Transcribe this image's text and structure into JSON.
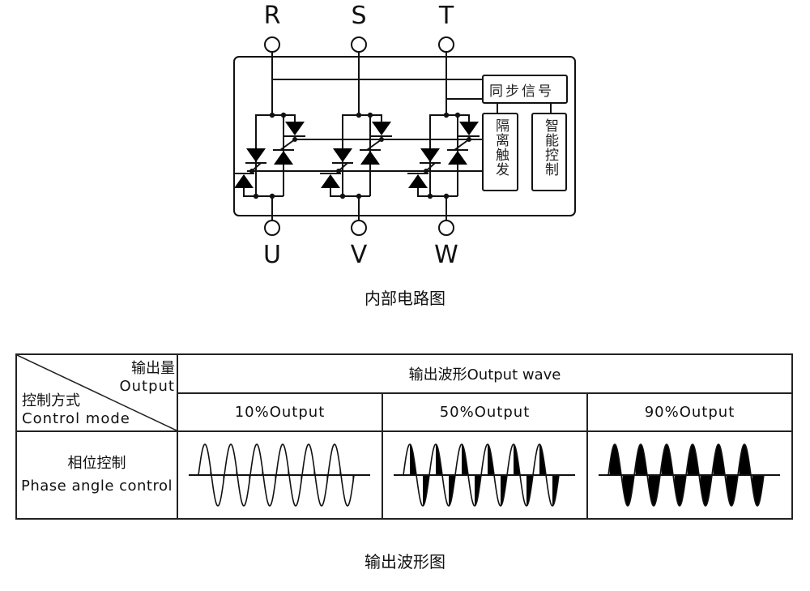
{
  "circuit": {
    "input_terminals": [
      "R",
      "S",
      "T"
    ],
    "output_terminals": [
      "U",
      "V",
      "W"
    ],
    "sync_block_label": "同步信号",
    "isolation_trigger_label": "隔离触发",
    "smart_control_label": "智能控制",
    "caption": "内部电路图"
  },
  "table": {
    "corner_top_cn": "输出量",
    "corner_top_en": "Output",
    "corner_bottom_cn": "控制方式",
    "corner_bottom_en": "Control mode",
    "header": "输出波形Output wave",
    "columns": [
      "10%Output",
      "50%Output",
      "90%Output"
    ],
    "row_label_cn": "相位控制",
    "row_label_en": "Phase angle control",
    "waves": [
      {
        "name": "10%Output",
        "output_fraction": 0.1,
        "cycles": 6
      },
      {
        "name": "50%Output",
        "output_fraction": 0.5,
        "cycles": 6
      },
      {
        "name": "90%Output",
        "output_fraction": 0.9,
        "cycles": 6
      }
    ]
  },
  "caption_bottom": "输出波形图",
  "colors": {
    "line": "#111111",
    "fill": "#000000",
    "background": "#ffffff"
  }
}
